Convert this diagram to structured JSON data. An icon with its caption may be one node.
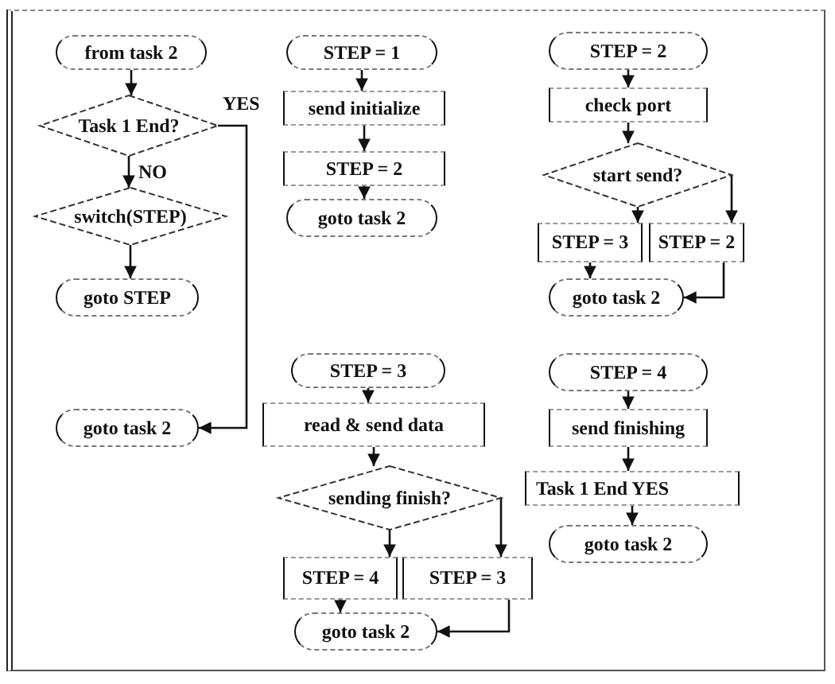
{
  "diagram": {
    "nodes": [
      {
        "text": [
          "from task 2"
        ]
      },
      {
        "text": [
          "Task 1 End?"
        ]
      },
      {
        "text": [
          "switch(STEP)"
        ]
      },
      {
        "text": [
          "goto STEP"
        ]
      },
      {
        "text": [
          "goto task 2"
        ]
      },
      {
        "text": [
          "STEP = 1"
        ]
      },
      {
        "text": [
          "send initialize"
        ]
      },
      {
        "text": [
          "STEP = 2"
        ]
      },
      {
        "text": [
          "goto task 2"
        ]
      },
      {
        "text": [
          "STEP = 2"
        ]
      },
      {
        "text": [
          "check port"
        ]
      },
      {
        "text": [
          "start send?"
        ]
      },
      {
        "text": [
          "STEP = 3"
        ]
      },
      {
        "text": [
          "STEP = 2"
        ]
      },
      {
        "text": [
          "goto task 2"
        ]
      },
      {
        "text": [
          "STEP = 3"
        ]
      },
      {
        "text": [
          "read & send data"
        ]
      },
      {
        "text": [
          "sending finish?"
        ]
      },
      {
        "text": [
          "STEP = 4"
        ]
      },
      {
        "text": [
          "STEP = 3"
        ]
      },
      {
        "text": [
          "goto task 2"
        ]
      },
      {
        "text": [
          "STEP = 4"
        ]
      },
      {
        "text": [
          "send finishing"
        ]
      },
      {
        "text": [
          "Task 1 End YES"
        ]
      },
      {
        "text": [
          "goto task 2"
        ]
      }
    ],
    "edges": [
      {
        "from": 0,
        "to": 1,
        "arrow": "to"
      },
      {
        "from": 1,
        "to": 2,
        "arrow": "to",
        "label": "NO"
      },
      {
        "from": 2,
        "to": 3,
        "arrow": "to"
      },
      {
        "from": 1,
        "to": 4,
        "arrow": "to",
        "label": "YES"
      },
      {
        "from": 5,
        "to": 6,
        "arrow": "to"
      },
      {
        "from": 6,
        "to": 7,
        "arrow": "to"
      },
      {
        "from": 7,
        "to": 8,
        "arrow": "to"
      },
      {
        "from": 9,
        "to": 10,
        "arrow": "to"
      },
      {
        "from": 10,
        "to": 11,
        "arrow": "to"
      },
      {
        "from": 11,
        "to": 12,
        "arrow": "to"
      },
      {
        "from": 11,
        "to": 13,
        "arrow": "to"
      },
      {
        "from": 12,
        "to": 14,
        "arrow": "to"
      },
      {
        "from": 13,
        "to": 14,
        "arrow": "to"
      },
      {
        "from": 15,
        "to": 16,
        "arrow": "to"
      },
      {
        "from": 16,
        "to": 17,
        "arrow": "to"
      },
      {
        "from": 17,
        "to": 18,
        "arrow": "to"
      },
      {
        "from": 17,
        "to": 19,
        "arrow": "to"
      },
      {
        "from": 18,
        "to": 20,
        "arrow": "to"
      },
      {
        "from": 19,
        "to": 20,
        "arrow": "to"
      },
      {
        "from": 21,
        "to": 22,
        "arrow": "to"
      },
      {
        "from": 22,
        "to": 23,
        "arrow": "to"
      },
      {
        "from": 23,
        "to": 24,
        "arrow": "to"
      }
    ]
  }
}
